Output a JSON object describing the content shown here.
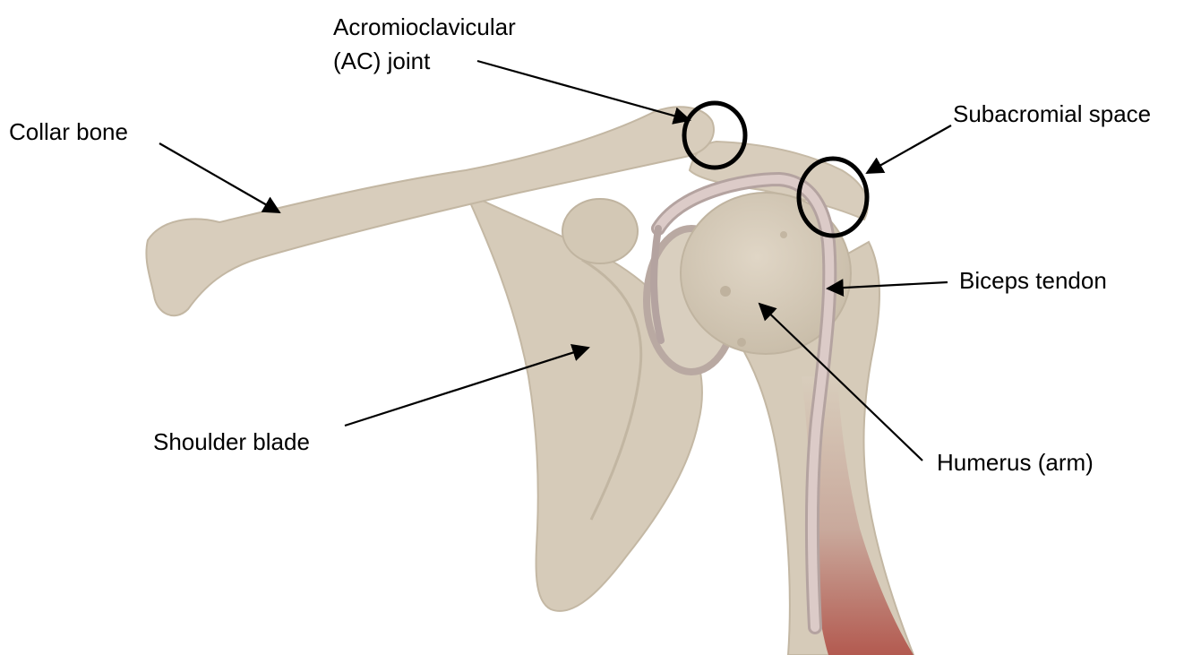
{
  "labels": {
    "ac_joint_line1": "Acromioclavicular",
    "ac_joint_line2": "(AC) joint",
    "collar_bone": "Collar bone",
    "subacromial_space": "Subacromial space",
    "biceps_tendon": "Biceps tendon",
    "shoulder_blade": "Shoulder blade",
    "humerus": "Humerus (arm)"
  },
  "colors": {
    "bone": "#d8cdbc",
    "bone_shade": "#b8ac98",
    "tendon": "#d9c7c4",
    "muscle": "#b35a50",
    "annotation": "#000000"
  }
}
